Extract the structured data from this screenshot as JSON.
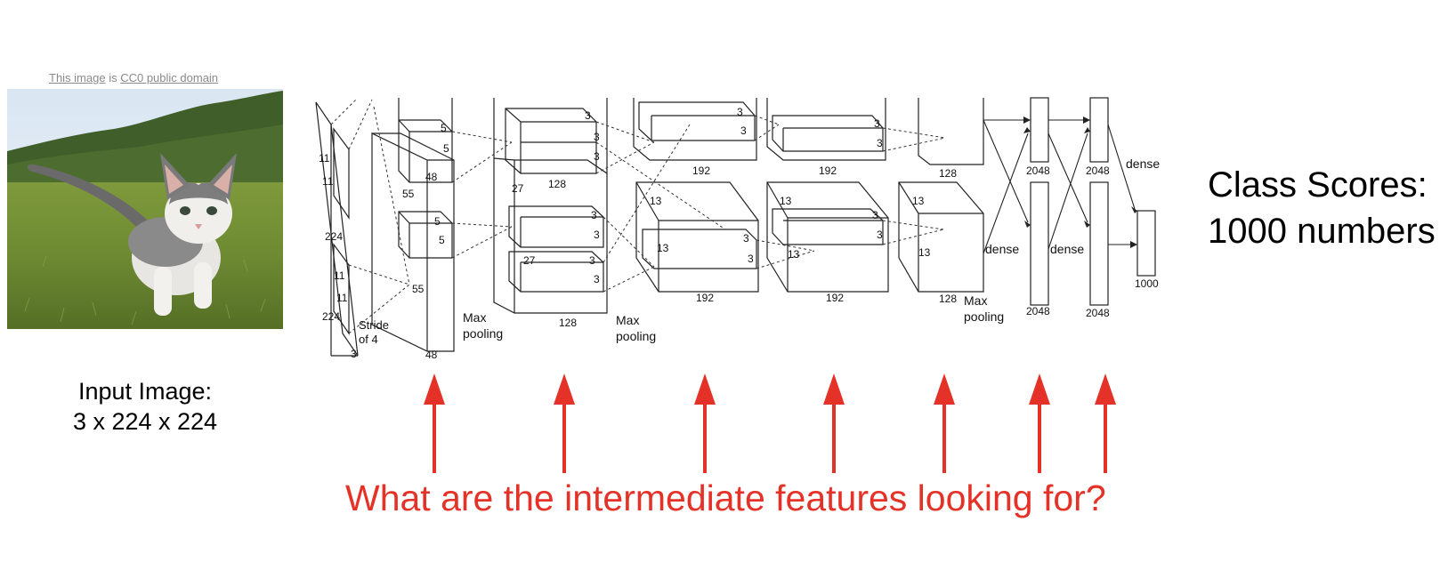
{
  "credit": {
    "link1": "This image",
    "middle": " is ",
    "link2": "CC0 public domain"
  },
  "input_label": {
    "line1": "Input Image:",
    "line2": "3 x 224 x 224"
  },
  "class_scores": {
    "line1": "Class Scores:",
    "line2": "1000 numbers"
  },
  "question": "What are the intermediate features looking for?",
  "colors": {
    "arrow": "#e53228",
    "question": "#e53228"
  },
  "diagram_labels": {
    "dim_224": "224",
    "dim_11": "11",
    "dim_3": "3",
    "stride": "Stride",
    "stride_of": "of 4",
    "dim_55": "55",
    "dim_48": "48",
    "dim_5": "5",
    "dim_27": "27",
    "dim_128": "128",
    "dim_13": "13",
    "dim_192": "192",
    "dim_2048": "2048",
    "dim_1000": "1000",
    "max": "Max",
    "pooling": "pooling",
    "dense": "dense"
  }
}
